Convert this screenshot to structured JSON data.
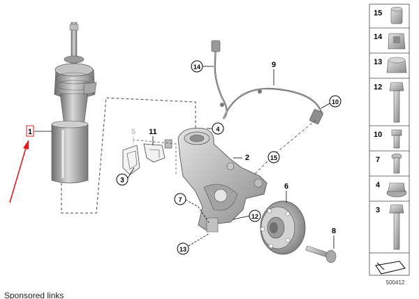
{
  "callouts": {
    "c1": "1",
    "c2": "2",
    "c3": "3",
    "c4": "4",
    "c5": "5",
    "c6": "6",
    "c7": "7",
    "c8": "8",
    "c9": "9",
    "c10": "10",
    "c11": "11",
    "c12": "12",
    "c13": "13",
    "c14": "14",
    "c15": "15"
  },
  "side_panel": [
    {
      "num": "15",
      "icon": "bushing-icon"
    },
    {
      "num": "14",
      "icon": "clip-nut-icon"
    },
    {
      "num": "13",
      "icon": "collar-nut-icon"
    },
    {
      "num": "12",
      "icon": "hex-bolt-icon"
    },
    {
      "num": "10",
      "icon": "short-bolt-icon"
    },
    {
      "num": "7",
      "icon": "screw-icon"
    },
    {
      "num": "4",
      "icon": "flange-nut-icon"
    },
    {
      "num": "3",
      "icon": "long-bolt-icon"
    }
  ],
  "diagram_id": "500412",
  "footer": {
    "sponsored": "Sponsored links"
  },
  "colors": {
    "highlight": "#e11b1b",
    "part_dark": "#8f8f8f",
    "part_light": "#d8d8d8"
  }
}
